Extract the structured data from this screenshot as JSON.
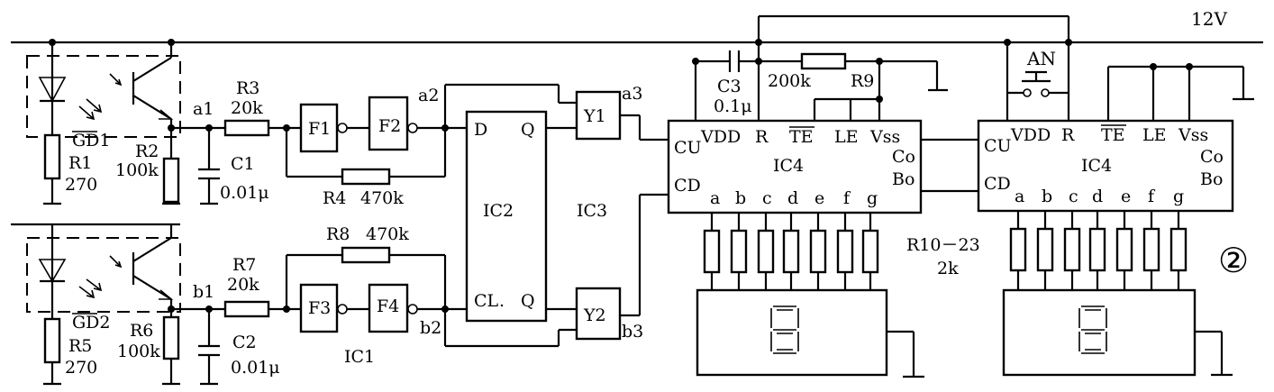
{
  "supply": "12V",
  "figure_number": "②",
  "sensors": [
    {
      "opto": "GD1",
      "r_led": "R1",
      "r_led_value": "270",
      "r_load": "R2",
      "r_load_value": "100k",
      "node": "a1"
    },
    {
      "opto": "GD2",
      "r_led": "R5",
      "r_led_value": "270",
      "r_load": "R6",
      "r_load_value": "100k",
      "node": "b1"
    }
  ],
  "filters": [
    {
      "r": "R3",
      "r_value": "20k",
      "c": "C1",
      "c_value": "0.01μ"
    },
    {
      "r": "R7",
      "r_value": "20k",
      "c": "C2",
      "c_value": "0.01μ"
    }
  ],
  "schmitt": [
    {
      "gate_a": "F1",
      "gate_b": "F2",
      "fb": "R4",
      "fb_value": "470k",
      "node": "a2"
    },
    {
      "gate_a": "F3",
      "gate_b": "F4",
      "fb": "R8",
      "fb_value": "470k",
      "node": "b2"
    }
  ],
  "ic1": "IC1",
  "ic2": {
    "name": "IC2",
    "d": "D",
    "cl": "CL",
    "q_top": "Q",
    "q_bot": "Q"
  },
  "ic3": {
    "name": "IC3",
    "gate_top": "Y1",
    "gate_bot": "Y2",
    "out_top": "a3",
    "out_bot": "b3"
  },
  "counter_left": {
    "name": "IC4",
    "pins": {
      "vdd": "VDD",
      "r": "R",
      "te": "TE",
      "le": "LE",
      "vss": "Vss",
      "cu": "CU",
      "cd": "CD",
      "co": "Co",
      "bo": "Bo"
    },
    "segments": [
      "a",
      "b",
      "c",
      "d",
      "e",
      "f",
      "g"
    ]
  },
  "counter_right": {
    "name": "IC4",
    "pins": {
      "vdd": "VDD",
      "r": "R",
      "te": "TE",
      "le": "LE",
      "vss": "Vss",
      "cu": "CU",
      "cd": "CD",
      "co": "Co",
      "bo": "Bo"
    },
    "segments": [
      "a",
      "b",
      "c",
      "d",
      "e",
      "f",
      "g"
    ]
  },
  "c3": {
    "name": "C3",
    "value": "0.1μ"
  },
  "r9": {
    "name": "R9",
    "value": "200k"
  },
  "button": "AN",
  "segment_resistors": {
    "name": "R10－23",
    "value": "2k"
  }
}
